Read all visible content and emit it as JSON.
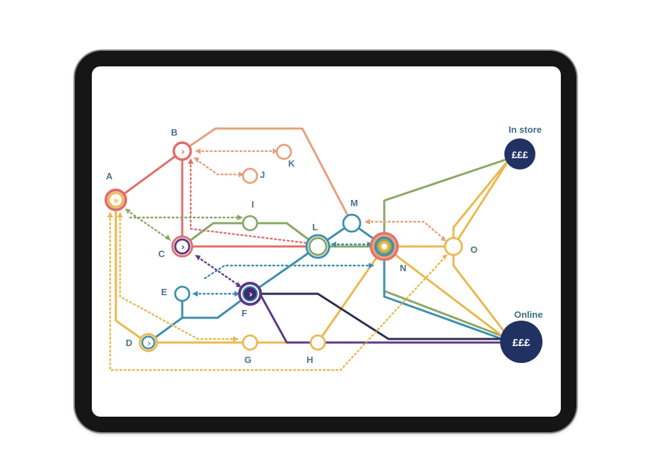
{
  "colors": {
    "salmon": "#e06e6a",
    "peach": "#e8a07c",
    "green": "#8aa766",
    "teal": "#3c8fad",
    "purple": "#5c3a86",
    "yellow": "#eab84e",
    "dark": "#2f2d4d",
    "navy": "#213262"
  },
  "nodes": {
    "A": "A",
    "B": "B",
    "C": "C",
    "D": "D",
    "E": "E",
    "F": "F",
    "G": "G",
    "H": "H",
    "I": "I",
    "J": "J",
    "K": "K",
    "L": "L",
    "M": "M",
    "N": "N",
    "O": "O"
  },
  "destinations": {
    "in_store": {
      "label": "In store",
      "symbol": "£££"
    },
    "online": {
      "label": "Online",
      "symbol": "£££"
    }
  },
  "icons": {
    "start": "chevron-right-icon",
    "start_double": "double-chevron-right-icon"
  }
}
